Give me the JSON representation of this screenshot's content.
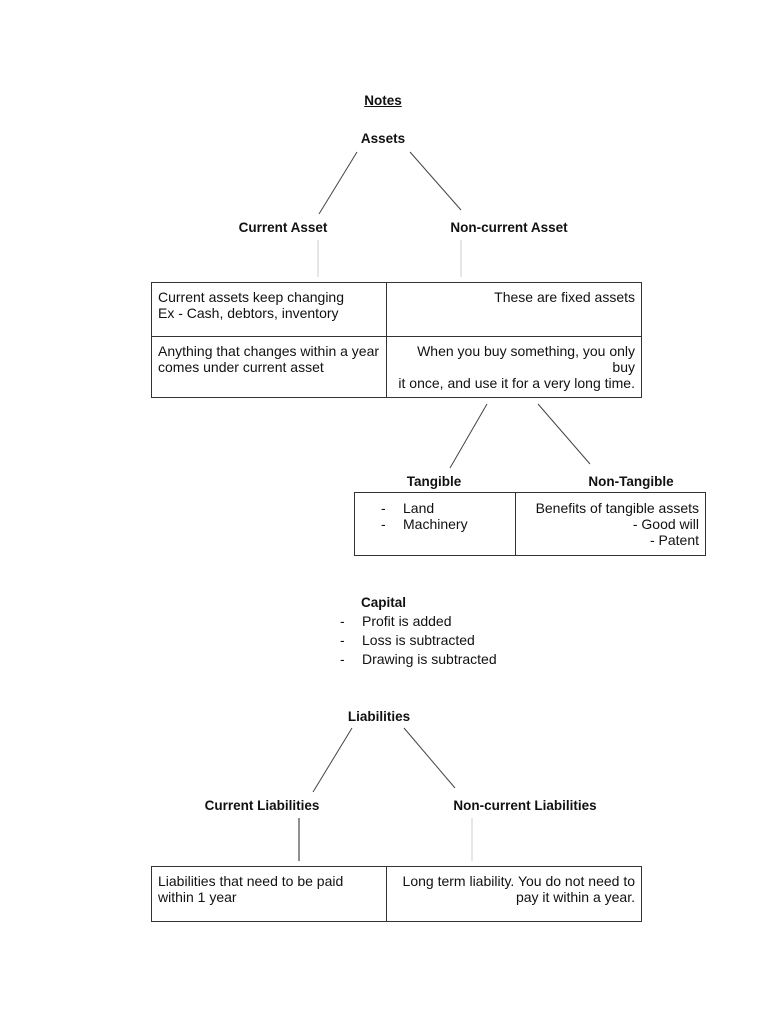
{
  "title": "Notes",
  "assets": {
    "heading": "Assets",
    "current": "Current Asset",
    "non_current": "Non-current Asset",
    "table": [
      [
        "Current assets keep changing\nEx - Cash, debtors, inventory",
        "These are fixed assets"
      ],
      [
        "Anything that changes within a year\ncomes under current asset",
        "When you buy something, you only buy\nit once, and use it for a very long time."
      ]
    ]
  },
  "fixed": {
    "tangible": "Tangible",
    "non_tangible": "Non-Tangible",
    "tangible_items": [
      "Land",
      "Machinery"
    ],
    "non_tangible_text": [
      "Benefits of tangible assets",
      "- Good will",
      "- Patent"
    ]
  },
  "capital": {
    "heading": "Capital",
    "items": [
      "Profit is added",
      "Loss is subtracted",
      "Drawing is subtracted"
    ]
  },
  "liabilities": {
    "heading": "Liabilities",
    "current": "Current Liabilities",
    "non_current": "Non-current Liabilities",
    "table": [
      [
        "Liabilities that need to be paid\nwithin 1 year",
        "Long term liability. You do not need to\npay it within a year."
      ]
    ]
  }
}
